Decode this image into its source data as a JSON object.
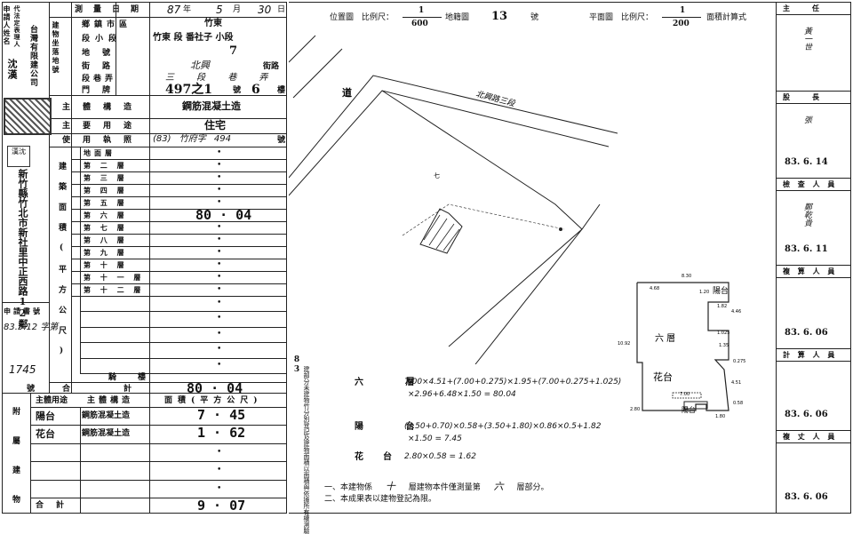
{
  "left_form": {
    "applicant_label": "申請人姓名",
    "rep_label": "代法定表理人",
    "applicant_name_vertical": "台灣有限建公司",
    "rep_name_vertical": "沈漢",
    "survey_date_label": "測量日期",
    "survey_date": {
      "year": "87",
      "year_suffix": "年",
      "month": "5",
      "month_suffix": "月",
      "day": "30",
      "day_suffix": "日"
    },
    "building_site_label": "建物坐落地號",
    "township_label": "鄉鎮市區",
    "township_value": "竹東",
    "section_label": "段小段",
    "section_value": "竹東 段 番社子 小段",
    "lot_label": "地號",
    "lot_value": "7",
    "doorplate_label": "建物門牌",
    "street_label": "街路",
    "street_value": "北興",
    "street_suffix": "街路",
    "lane_label": "段巷弄",
    "lane_value": "三 段 巷 弄",
    "number_label": "門牌",
    "number_value": "497之1",
    "number_suffix": "號",
    "floor_value": "6",
    "floor_suffix": "樓",
    "structure_label": "主體構造",
    "structure_value": "鋼筋混凝土造",
    "usage_label": "主要用途",
    "usage_value": "住宅",
    "license_label": "使用執照",
    "license_value": "(83) 竹府字 494",
    "license_suffix": "號",
    "area_side_label": "建築面積(平方公尺)",
    "floors": [
      {
        "name": "地面層",
        "value": "•"
      },
      {
        "name": "第 二 層",
        "value": "•"
      },
      {
        "name": "第 三 層",
        "value": "•"
      },
      {
        "name": "第 四 層",
        "value": "•"
      },
      {
        "name": "第 五 層",
        "value": "•"
      },
      {
        "name": "第 六 層",
        "value": "80 · 04"
      },
      {
        "name": "第 七 層",
        "value": "•"
      },
      {
        "name": "第 八 層",
        "value": "•"
      },
      {
        "name": "第 九 層",
        "value": "•"
      },
      {
        "name": "第 十 層",
        "value": "•"
      },
      {
        "name": "第 十 一 層",
        "value": "•"
      },
      {
        "name": "第 十 二 層",
        "value": "•"
      }
    ],
    "extra_rows": [
      "•",
      "•",
      "•",
      "•",
      "•"
    ],
    "tower_label": "騎樓",
    "total_label": "合計",
    "total_value": "80 · 04",
    "address_vertical": "新竹縣竹北市新社里中正西路12鄰",
    "seal_text": "漢沈",
    "stamp_text": "台灣有限建公司",
    "application_label": "申請書號",
    "application_value": "83.5.12 字第",
    "application_no": "1745",
    "application_suffix": "號",
    "annex_label": "附屬建物",
    "annex_use_label": "主體用途",
    "annex_structure_label": "主體構造",
    "annex_area_label": "面積(平方公尺)",
    "annex_rows": [
      {
        "use": "陽台",
        "structure": "鋼筋混凝土造",
        "area": "7 · 45"
      },
      {
        "use": "花台",
        "structure": "鋼筋混凝土造",
        "area": "1 · 62"
      },
      {
        "use": "",
        "structure": "",
        "area": "•"
      },
      {
        "use": "",
        "structure": "",
        "area": "•"
      },
      {
        "use": "",
        "structure": "",
        "area": "•"
      }
    ],
    "annex_total_label": "合計",
    "annex_total_value": "9 · 07"
  },
  "middle": {
    "side_note_number": "83",
    "side_note": "建部分未建物竹分別登記及建物面積以面積與依據所有權測驗",
    "location_label": "位置圖",
    "location_scale_label": "比例尺：",
    "location_scale_num": "1",
    "location_scale_den": "600",
    "location_map_label": "地籍圖",
    "location_map_no": "13",
    "location_map_suffix": "號",
    "plan_label": "平面圖",
    "plan_scale_label": "比例尺：",
    "plan_scale_num": "1",
    "plan_scale_den": "200",
    "plan_method": "面積計算式",
    "road_label": "道",
    "road_name": "北興路三段",
    "lot_label_map": "七",
    "plan_floor_label": "六 層",
    "plan_flower_label": "花台",
    "plan_balcony_label": "陽台",
    "plan_dims": [
      "8.30",
      "4.68",
      "1.20",
      "1.82",
      "4.46",
      "1.025",
      "1.35",
      "0.275",
      "4.51",
      "2.80",
      "1.80",
      "0.58",
      "7.00",
      "10.92"
    ],
    "calc": [
      {
        "label": "六 層",
        "line1": "7.00×4.51+(7.00+0.275)×1.95+(7.00+0.275+1.025)",
        "line2": "×2.96+6.48×1.50 = 80.04"
      },
      {
        "label": "陽 台",
        "line1": "(3.50+0.70)×0.58+(3.50+1.80)×0.86×0.5+1.82",
        "line2": "×1.50 = 7.45"
      },
      {
        "label": "花台",
        "line1": "2.80×0.58 = 1.62",
        "line2": ""
      }
    ],
    "note1_prefix": "一、本建物係",
    "note1_floors": "十",
    "note1_middle": "層建物本件僅測量第",
    "note1_floor_no": "六",
    "note1_suffix": "層部分。",
    "note2": "二、本成果表以建物登記為限。"
  },
  "right": {
    "roles": [
      {
        "label": "主　　任",
        "sig": "黃一世",
        "date": ""
      },
      {
        "label": "股　　長",
        "sig": "張",
        "date": "83. 6. 14"
      },
      {
        "label": "檢 查 人 員",
        "sig": "鄭乾貴",
        "date": "83. 6. 11"
      },
      {
        "label": "複 算 人 員",
        "sig": "",
        "date": "83. 6. 06"
      },
      {
        "label": "計 算 人 員",
        "sig": "",
        "date": "83. 6. 06"
      },
      {
        "label": "複 丈 人 員",
        "sig": "",
        "date": "83. 6. 06"
      }
    ]
  }
}
